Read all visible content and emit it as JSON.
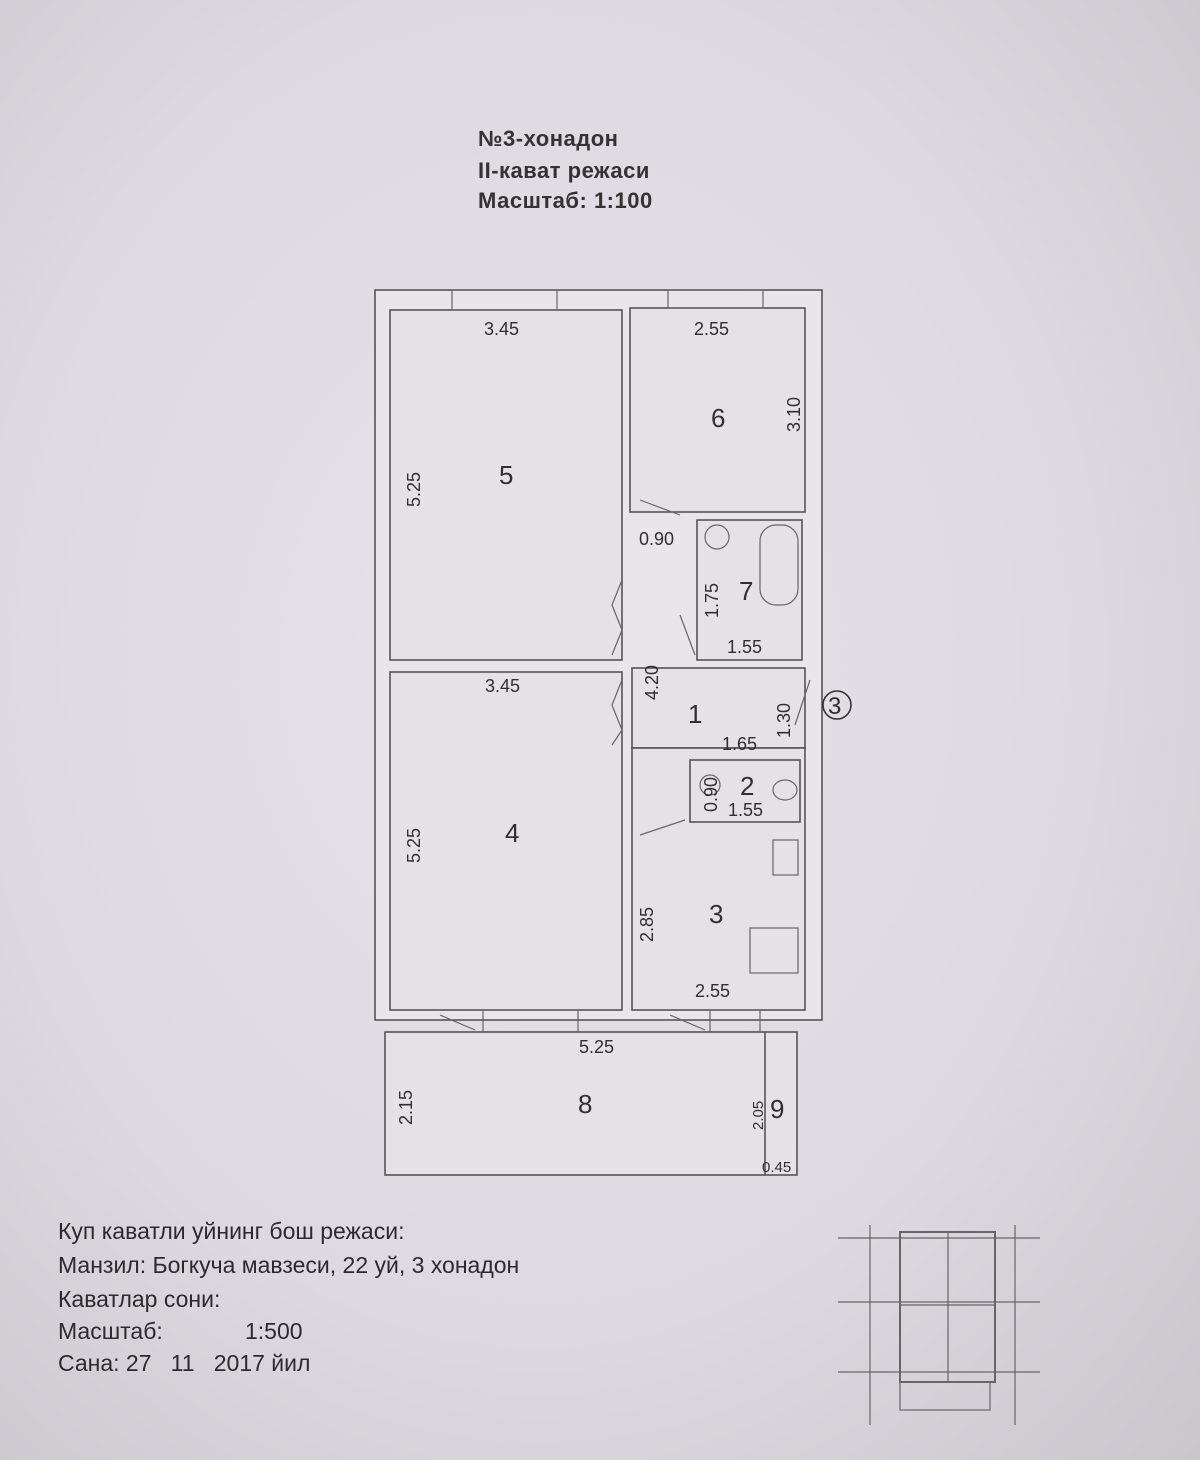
{
  "header": {
    "apartment": "№3-хонадон",
    "floor_plan": "II-кават режаси",
    "scale": "Масштаб: 1:100"
  },
  "plan": {
    "rooms": [
      {
        "number": "1",
        "dims": [
          "4.20",
          "1.65",
          "1.30"
        ]
      },
      {
        "number": "2",
        "dims": [
          "0.90",
          "1.55"
        ]
      },
      {
        "number": "3",
        "dims": [
          "2.85",
          "2.55"
        ]
      },
      {
        "number": "4",
        "dims": [
          "3.45",
          "5.25"
        ]
      },
      {
        "number": "5",
        "dims": [
          "3.45",
          "5.25"
        ]
      },
      {
        "number": "6",
        "dims": [
          "2.55",
          "3.10"
        ]
      },
      {
        "number": "7",
        "dims": [
          "0.90",
          "1.75",
          "1.55"
        ]
      },
      {
        "number": "8",
        "dims": [
          "5.25",
          "2.15"
        ]
      },
      {
        "number": "9",
        "dims": [
          "2.05",
          "0.45"
        ]
      }
    ],
    "entrance_marker": "3"
  },
  "info": {
    "line1": "Куп каватли уйнинг бош режаси:",
    "line2": "Манзил: Богкуча мавзеси, 22 уй, 3 хонадон",
    "line3": "Каватлар сони:",
    "line4_label": "Масштаб:",
    "line4_value": "1:500",
    "line5": "Сана: 27   11   2017 йил"
  }
}
